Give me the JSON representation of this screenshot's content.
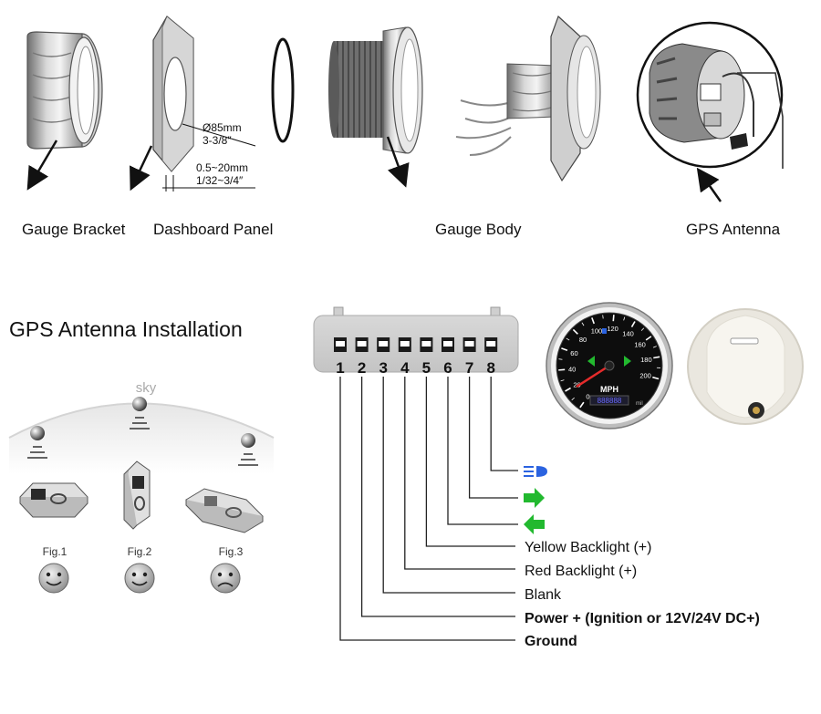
{
  "parts": {
    "bracket_label": "Gauge Bracket",
    "panel_label": "Dashboard Panel",
    "body_label": "Gauge Body",
    "antenna_label": "GPS Antenna",
    "diameter_mm": "Ø85mm",
    "diameter_in": "3-3/8″",
    "thickness_mm": "0.5~20mm",
    "thickness_in": "1/32~3/4″"
  },
  "antenna_install": {
    "title": "GPS Antenna Installation",
    "sky_label": "sky",
    "figs": [
      {
        "label": "Fig.1",
        "face": "happy"
      },
      {
        "label": "Fig.2",
        "face": "happy"
      },
      {
        "label": "Fig.3",
        "face": "sad"
      }
    ]
  },
  "connector": {
    "pins": [
      "1",
      "2",
      "3",
      "4",
      "5",
      "6",
      "7",
      "8"
    ],
    "wires": [
      {
        "pin": "8",
        "icon": "high-beam-icon",
        "label": ""
      },
      {
        "pin": "7",
        "icon": "right-turn-arrow-icon",
        "label": ""
      },
      {
        "pin": "6",
        "icon": "left-turn-arrow-icon",
        "label": ""
      },
      {
        "pin": "5",
        "icon": "",
        "label": "Yellow Backlight (+)"
      },
      {
        "pin": "4",
        "icon": "",
        "label": "Red Backlight (+)"
      },
      {
        "pin": "3",
        "icon": "",
        "label": "Blank"
      },
      {
        "pin": "2",
        "icon": "",
        "label": "Power + (Ignition or 12V/24V DC+)"
      },
      {
        "pin": "1",
        "icon": "",
        "label": "Ground"
      }
    ]
  },
  "gauge": {
    "unit": "MPH",
    "ticks": [
      "0",
      "20",
      "40",
      "60",
      "80",
      "100",
      "120",
      "140",
      "160",
      "180",
      "200"
    ],
    "odometer": "888888",
    "odo_unit": "mil"
  },
  "colors": {
    "indicator_green": "#22b92f",
    "beam_blue": "#2b63e0",
    "line": "#222222"
  }
}
